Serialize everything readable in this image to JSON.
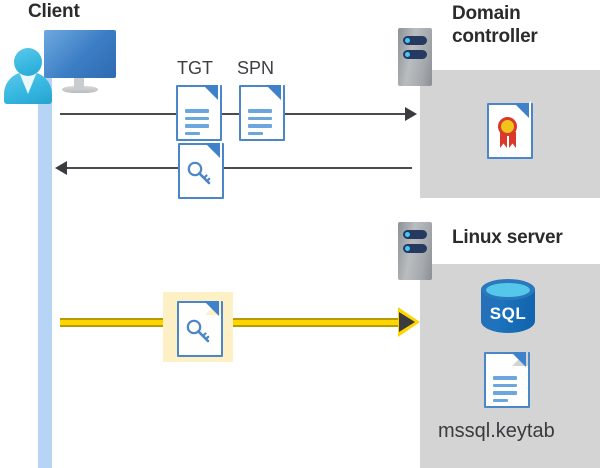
{
  "diagram": {
    "title_client": "Client",
    "title_domain_controller": "Domain controller",
    "title_linux_server": "Linux server",
    "labels": {
      "tgt": "TGT",
      "spn": "SPN",
      "keytab_file": "mssql.keytab",
      "sql": "SQL"
    },
    "icons": {
      "client_person": "user-avatar-icon",
      "client_monitor": "monitor-icon",
      "dc_server": "server-rack-icon",
      "linux_server": "server-rack-icon",
      "certificate": "certificate-document-icon",
      "tgt_doc": "text-document-icon",
      "spn_doc": "text-document-icon",
      "key_response_doc": "key-document-icon",
      "key_auth_doc": "key-document-icon",
      "keytab_doc": "text-document-icon",
      "sql_database": "sql-database-icon",
      "request_arrow": "arrow-right-icon",
      "response_arrow": "arrow-left-icon",
      "auth_arrow": "arrow-right-highlight-icon"
    },
    "colors": {
      "panel_gray": "#d4d4d4",
      "lifeline_blue": "#b8d4f5",
      "doc_border_blue": "#4a86c8",
      "highlight_yellow": "#fdf0c4",
      "arrow_yellow": "#ffd500",
      "arrow_dark": "#3a3a3f",
      "title_text": "#2b2b2b",
      "sql_blue": "#1e73be",
      "cert_red": "#d93a2b",
      "cert_gold": "#f0c419"
    }
  }
}
